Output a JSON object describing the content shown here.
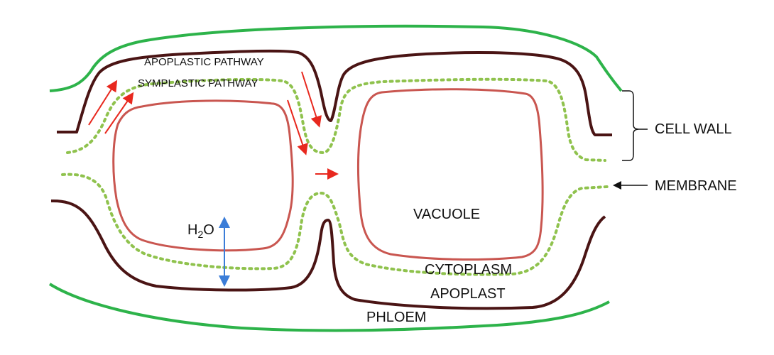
{
  "labels": {
    "apoplastic_pathway": "APOPLASTIC PATHWAY",
    "symplastic_pathway": "SYMPLASTIC PATHWAY",
    "cell_wall": "CELL WALL",
    "membrane": "MEMBRANE",
    "vacuole": "VACUOLE",
    "cytoplasm": "CYTOPLASM",
    "apoplast": "APOPLAST",
    "phloem": "PHLOEM",
    "water_main": "H",
    "water_sub": "2",
    "water_tail": "O"
  },
  "colors": {
    "phloem_line": "#2db34a",
    "cell_wall_line": "#4a1414",
    "membrane_dots": "#8fc24d",
    "vacuole_line": "#c95650",
    "arrow_red": "#e8281e",
    "arrow_blue": "#3b7dd8",
    "pointer_black": "#111111"
  }
}
